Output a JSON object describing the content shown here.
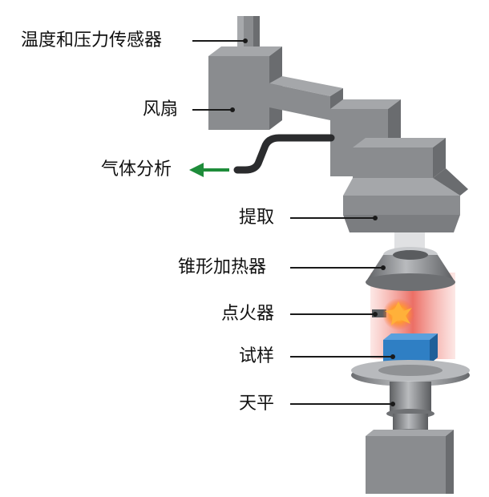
{
  "labels": {
    "sensor": "温度和压力传感器",
    "fan": "风扇",
    "gas_analysis": "气体分析",
    "extraction": "提取",
    "cone_heater": "锥形加热器",
    "igniter": "点火器",
    "sample": "试样",
    "balance": "天平"
  },
  "colors": {
    "metal_front": "#8a8c8f",
    "metal_top": "#a5a7aa",
    "metal_side": "#6a6c6f",
    "leader_line": "#1a1a1a",
    "arrow": "#1e8c3a",
    "sample": "#2f7fc4",
    "heat_glow": "#e8554a"
  }
}
